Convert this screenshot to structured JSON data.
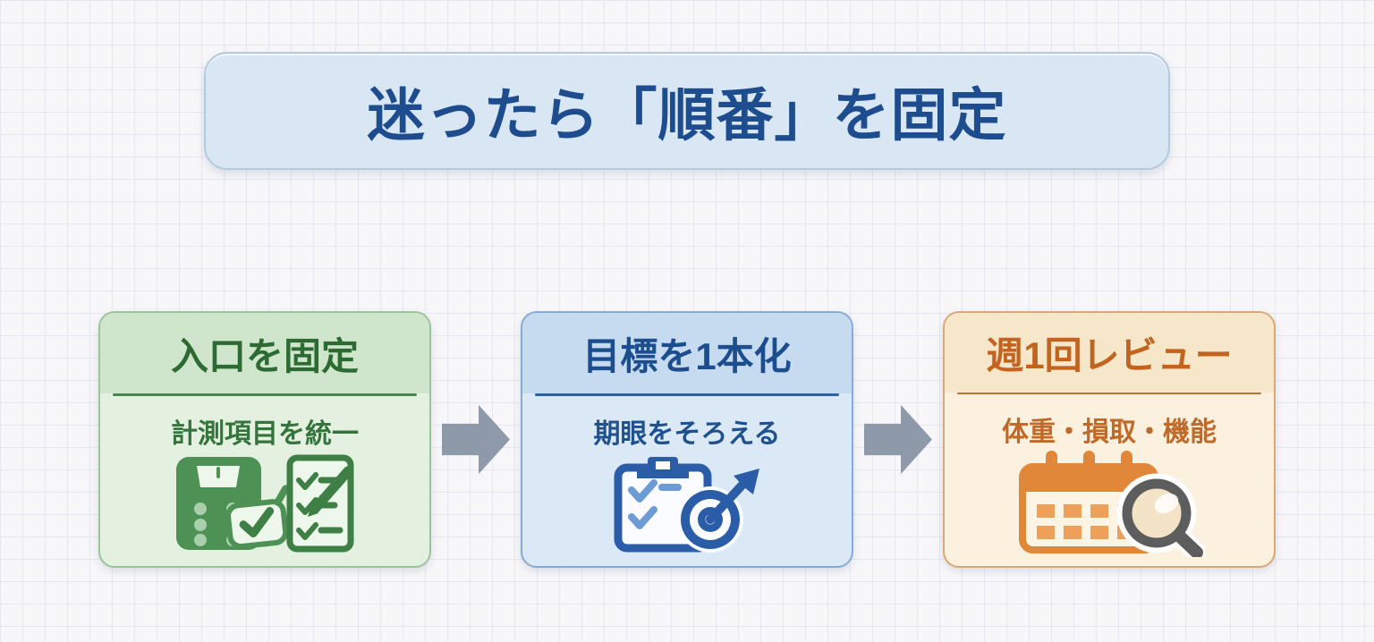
{
  "title": "迷ったら「順番」を固定",
  "cards": [
    {
      "heading": "入口を固定",
      "subtitle": "計測項目を統一",
      "icon": "weighing-scale-and-checklist-icon",
      "theme": {
        "head": "#cfe5cc",
        "body": "#e4f1e0",
        "border": "#9cc49a",
        "line": "#4a8450",
        "title": "#2e6b33",
        "sub": "#35743c",
        "icon": "#4e9155",
        "icon-dark": "#3e7f46",
        "icon-light": "#a9cfad",
        "paper": "#eef7ec"
      }
    },
    {
      "heading": "目標を1本化",
      "subtitle": "期眼をそろえる",
      "icon": "clipboard-target-arrow-icon",
      "theme": {
        "head": "#c6dbef",
        "body": "#dbe9f6",
        "border": "#85abd4",
        "line": "#2e5f9e",
        "title": "#1c4d8e",
        "sub": "#1f518f",
        "icon": "#2a5ca8",
        "icon-light": "#6d9bd6",
        "paper": "#fafcff"
      }
    },
    {
      "heading": "週1回レビュー",
      "subtitle": "体重・損取・機能",
      "icon": "calendar-magnifier-icon",
      "theme": {
        "head": "#f7e7ca",
        "body": "#fbf1de",
        "border": "#d9a874",
        "line": "#c0703a",
        "title": "#c2641f",
        "sub": "#c06a2a",
        "icon": "#e0873a",
        "icon-light": "#eda05a",
        "paper": "#fdf4e4",
        "mag": "#5d5d5d",
        "lens": "#f3e4c8"
      }
    }
  ],
  "palette": {
    "background": "#f7f7fa",
    "grid_line": "#e5e7f0",
    "arrow": "#8e9aa9",
    "banner_bg": "#d9e7f5",
    "banner_border": "#b3cade",
    "banner_text": "#1d4d8e"
  }
}
